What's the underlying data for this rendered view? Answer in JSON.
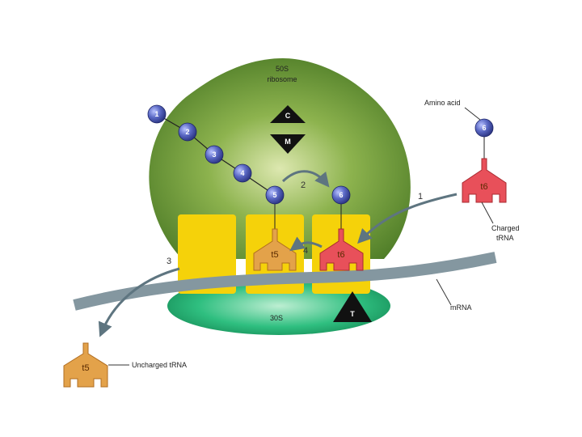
{
  "ribosome_50s": {
    "line1": "50S",
    "line2": "ribosome"
  },
  "ribosome_30s": "30S",
  "sites": {
    "c": "C",
    "m": "M",
    "t": "T"
  },
  "amino_acids": [
    "1",
    "2",
    "3",
    "4",
    "5",
    "6",
    "6"
  ],
  "trna_labels": {
    "t5": "t5",
    "t6": "t6",
    "t6_free": "t6",
    "t5_free": "t5"
  },
  "steps": {
    "s1": "1",
    "s2": "2",
    "s3": "3",
    "s4": "4"
  },
  "labels": {
    "amino_acid": "Amino acid",
    "charged_1": "Charged",
    "charged_2": "tRNA",
    "mrna": "mRNA",
    "uncharged": "Uncharged tRNA"
  },
  "colors": {
    "ribosome_large": "#6e9a3a",
    "ribosome_small": "#2bb07a",
    "site_box": "#f5d20a",
    "mrna": "#8497a0",
    "amino_acid": "#4a55a8",
    "trna_uncharged": "#e3a24a",
    "trna_charged": "#e8505a"
  }
}
